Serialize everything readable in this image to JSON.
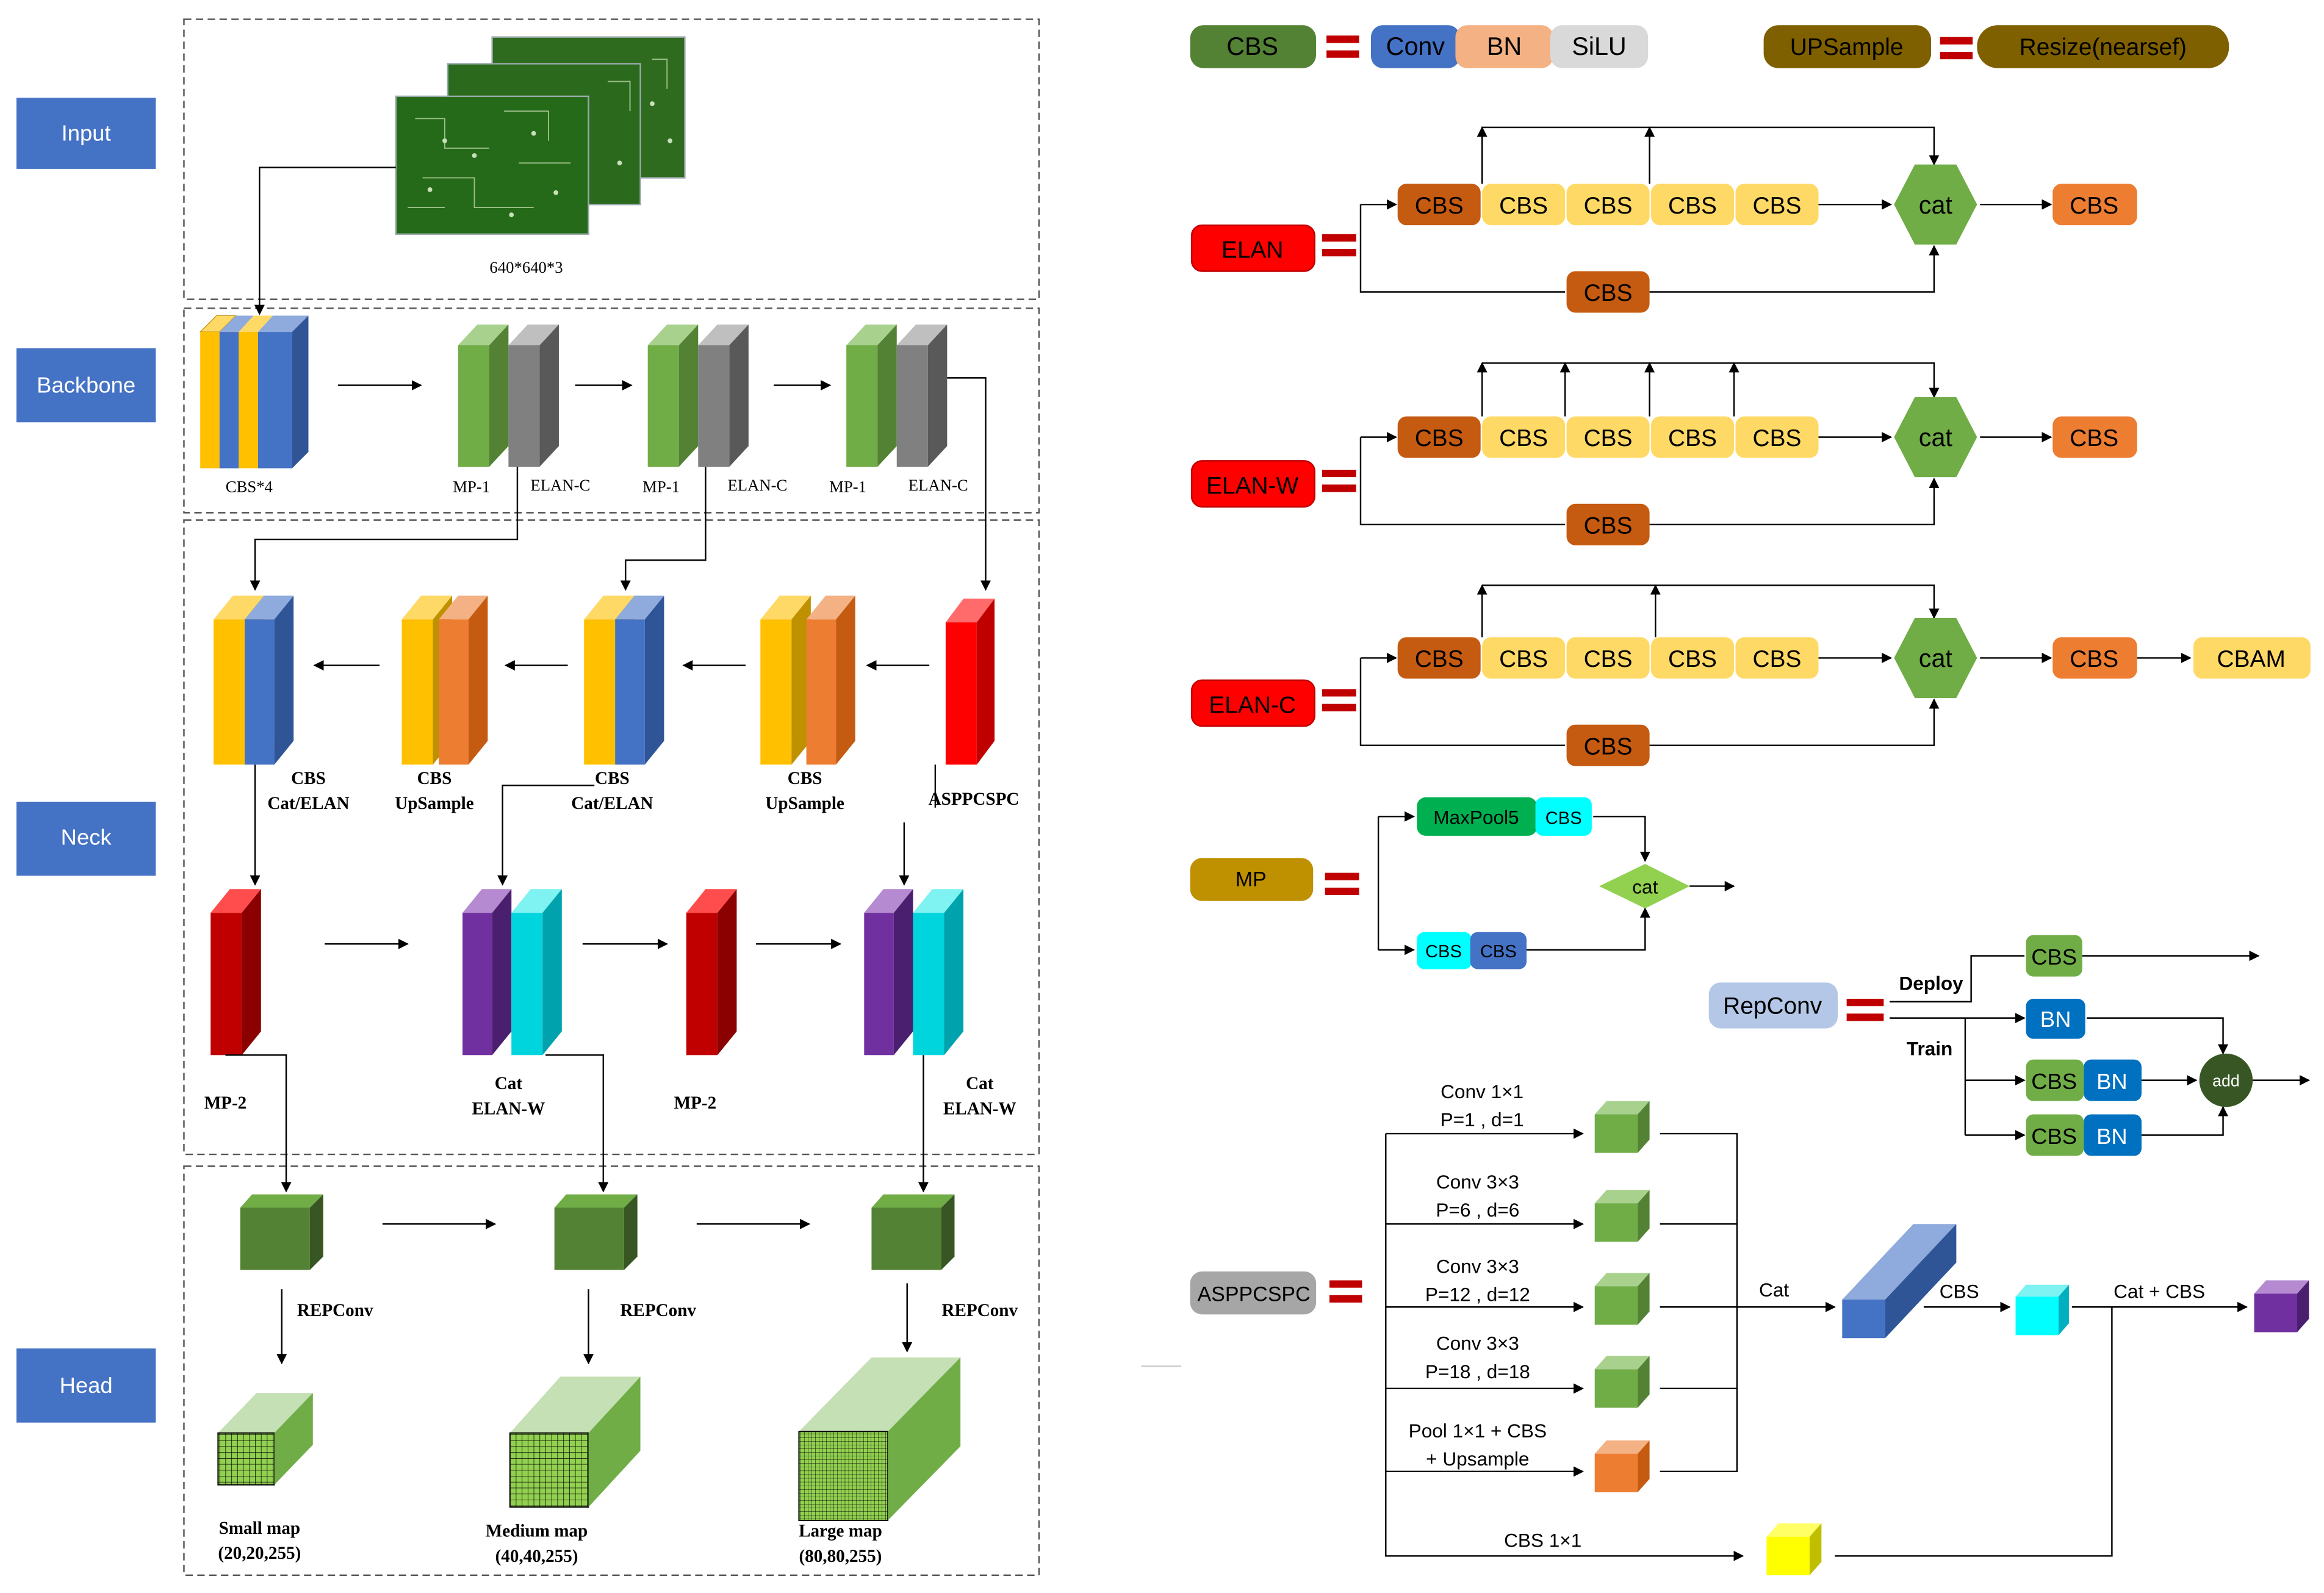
{
  "side_labels": {
    "input": "Input",
    "backbone": "Backbone",
    "neck": "Neck",
    "head": "Head"
  },
  "input": {
    "size": "640*640*3"
  },
  "backbone": {
    "cbs4": "CBS*4",
    "mp1": "MP-1",
    "elanc": "ELAN-C"
  },
  "neck": {
    "cbs": "CBS",
    "cat_elan": "Cat/ELAN",
    "upsample": "UpSample",
    "asppcspc": "ASPPCSPC",
    "mp2": "MP-2",
    "cat": "Cat",
    "elanw": "ELAN-W"
  },
  "head": {
    "repconv": "REPConv",
    "small_map": "Small map",
    "small_dims": "(20,20,255)",
    "medium_map": "Medium map",
    "medium_dims": "(40,40,255)",
    "large_map": "Large map",
    "large_dims": "(80,80,255)"
  },
  "legend": {
    "cbs": "CBS",
    "conv": "Conv",
    "bn": "BN",
    "silu": "SiLU",
    "upsample": "UPSample",
    "resize": "Resize(nearsef)"
  },
  "modules": {
    "cbs": "CBS",
    "cat": "cat",
    "cbam": "CBAM",
    "elan": "ELAN",
    "elan_w": "ELAN-W",
    "elan_c": "ELAN-C"
  },
  "mp_module": {
    "name": "MP",
    "maxpool": "MaxPool5",
    "cbs": "CBS",
    "cat": "cat"
  },
  "repconv_module": {
    "name": "RepConv",
    "deploy": "Deploy",
    "train": "Train",
    "cbs": "CBS",
    "bn": "BN",
    "add": "add"
  },
  "aspp_module": {
    "name": "ASPPCSPC",
    "branch1_a": "Conv 1×1",
    "branch1_b": "P=1 , d=1",
    "branch2_a": "Conv 3×3",
    "branch2_b": "P=6 , d=6",
    "branch3_a": "Conv 3×3",
    "branch3_b": "P=12 , d=12",
    "branch4_a": "Conv 3×3",
    "branch4_b": "P=18 , d=18",
    "branch5_a": "Pool 1×1 + CBS",
    "branch5_b": "+ Upsample",
    "shortcut": "CBS 1×1",
    "cat": "Cat",
    "cbs": "CBS",
    "cat_cbs": "Cat  + CBS"
  },
  "colors": {
    "side_label": "#4472c4",
    "cbs_green": "#548235",
    "conv_blue": "#4472c4",
    "bn_salmon": "#f4b183",
    "silu_gray": "#d9d9d9",
    "upsample_brown": "#7f6000",
    "elan_red": "#ff0000",
    "equal_red": "#c00000",
    "cbs_dark_orange": "#c55a11",
    "cbs_yellow": "#ffd966",
    "cbs_orange": "#ed7d31",
    "cat_green": "#70ad47",
    "mp_gold": "#bf9000",
    "maxpool_green": "#00b050",
    "cyan": "#00ffff",
    "repconv_blue": "#b4c7e7",
    "bn_blue": "#0070c0",
    "add_green": "#375623",
    "aspp_gray": "#a6a6a6"
  }
}
